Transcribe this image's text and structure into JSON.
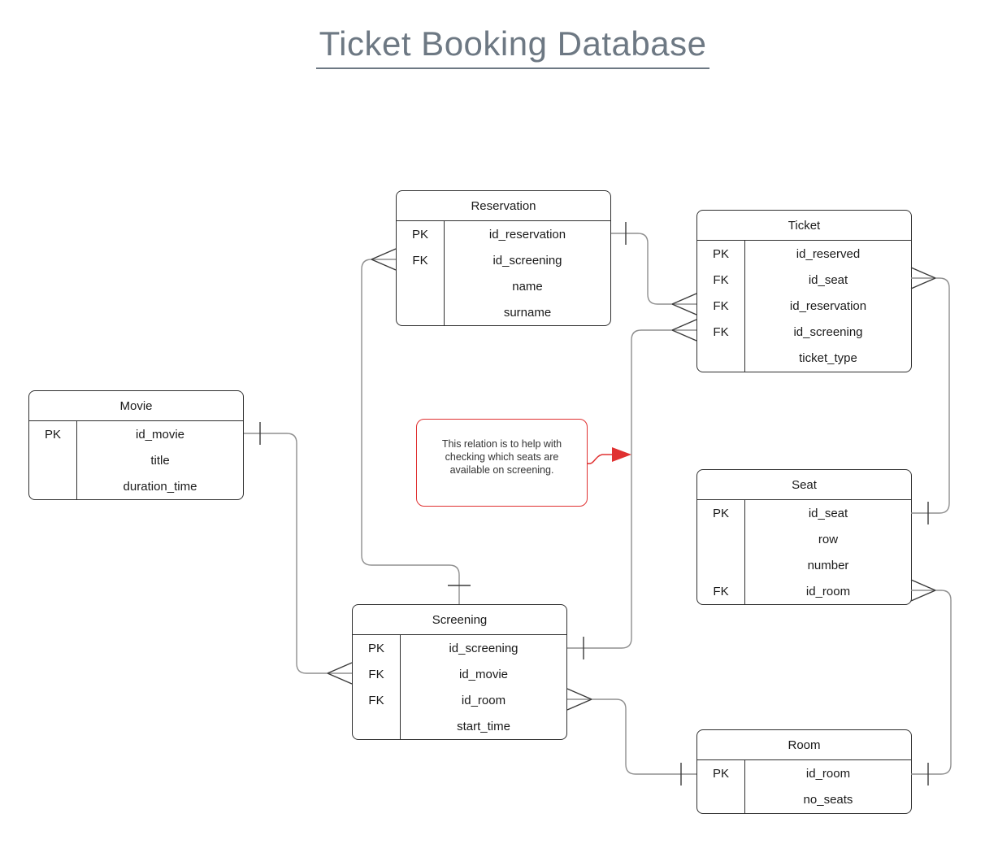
{
  "title": {
    "text": "Ticket Booking Database"
  },
  "colors": {
    "title_gray": "#6d7883",
    "entity_border": "#2f2f2f",
    "wire_gray": "#8f8f8f",
    "cardinality_dark": "#3a3a3a",
    "note_red": "#e03131",
    "background": "#ffffff"
  },
  "entities": [
    {
      "name": "Reservation",
      "rows": [
        {
          "key": "PK",
          "attr": "id_reservation"
        },
        {
          "key": "FK",
          "attr": "id_screening"
        },
        {
          "key": "",
          "attr": "name"
        },
        {
          "key": "",
          "attr": "surname"
        }
      ]
    },
    {
      "name": "Ticket",
      "rows": [
        {
          "key": "PK",
          "attr": "id_reserved"
        },
        {
          "key": "FK",
          "attr": "id_seat"
        },
        {
          "key": "FK",
          "attr": "id_reservation"
        },
        {
          "key": "FK",
          "attr": "id_screening"
        },
        {
          "key": "",
          "attr": "ticket_type"
        }
      ]
    },
    {
      "name": "Movie",
      "rows": [
        {
          "key": "PK",
          "attr": "id_movie"
        },
        {
          "key": "",
          "attr": "title"
        },
        {
          "key": "",
          "attr": "duration_time"
        }
      ]
    },
    {
      "name": "Seat",
      "rows": [
        {
          "key": "PK",
          "attr": "id_seat"
        },
        {
          "key": "",
          "attr": "row"
        },
        {
          "key": "",
          "attr": "number"
        },
        {
          "key": "FK",
          "attr": "id_room"
        }
      ]
    },
    {
      "name": "Screening",
      "rows": [
        {
          "key": "PK",
          "attr": "id_screening"
        },
        {
          "key": "FK",
          "attr": "id_movie"
        },
        {
          "key": "FK",
          "attr": "id_room"
        },
        {
          "key": "",
          "attr": "start_time"
        }
      ]
    },
    {
      "name": "Room",
      "rows": [
        {
          "key": "PK",
          "attr": "id_room"
        },
        {
          "key": "",
          "attr": "no_seats"
        }
      ]
    }
  ],
  "note": {
    "text": "This relation is to help with checking which seats are available on screening."
  },
  "relationships": [
    {
      "from": "Reservation",
      "from_card": "one",
      "to": "Ticket",
      "to_card": "many"
    },
    {
      "from": "Screening",
      "from_card": "one",
      "to": "Reservation",
      "to_card": "many"
    },
    {
      "from": "Movie",
      "from_card": "one",
      "to": "Screening",
      "to_card": "many"
    },
    {
      "from": "Screening",
      "from_card": "one",
      "to": "Ticket",
      "to_card": "many"
    },
    {
      "from": "Room",
      "from_card": "one",
      "to": "Screening",
      "to_card": "many"
    },
    {
      "from": "Seat",
      "from_card": "one",
      "to": "Ticket",
      "to_card": "many"
    },
    {
      "from": "Room",
      "from_card": "one",
      "to": "Seat",
      "to_card": "many"
    }
  ]
}
